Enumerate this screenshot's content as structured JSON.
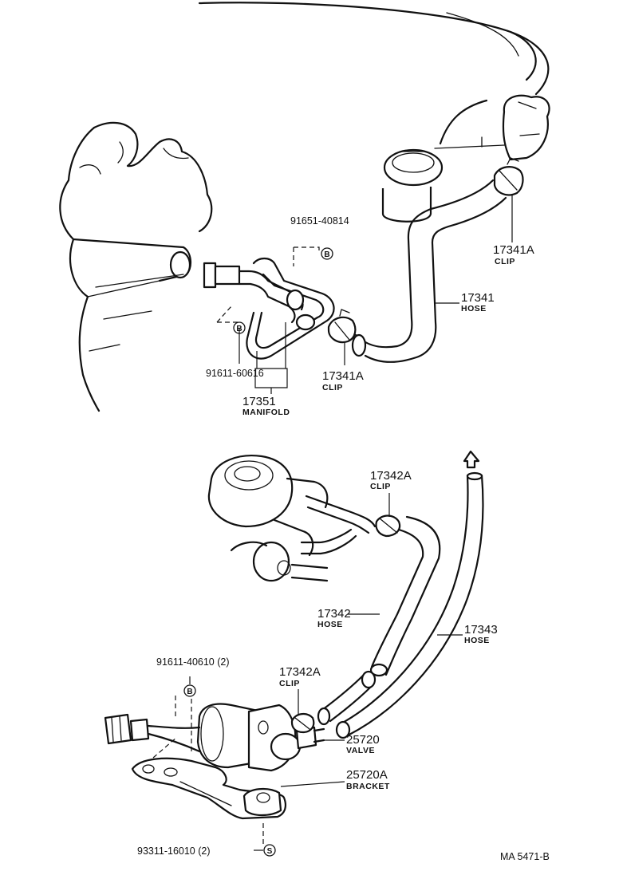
{
  "labels": {
    "p17341A_top": {
      "number": "17341A",
      "name": "CLIP"
    },
    "p17341": {
      "number": "17341",
      "name": "HOSE"
    },
    "p17341A_mid": {
      "number": "17341A",
      "name": "CLIP"
    },
    "p91651": {
      "number": "91651-40814"
    },
    "p91611_606": {
      "number": "91611-60616"
    },
    "p17351": {
      "number": "17351",
      "name": "MANIFOLD"
    },
    "p17342A_top": {
      "number": "17342A",
      "name": "CLIP"
    },
    "p17342": {
      "number": "17342",
      "name": "HOSE"
    },
    "p17343": {
      "number": "17343",
      "name": "HOSE"
    },
    "p91611_406": {
      "number": "91611-40610 (2)"
    },
    "p17342A_bot": {
      "number": "17342A",
      "name": "CLIP"
    },
    "p25720": {
      "number": "25720",
      "name": "VALVE"
    },
    "p25720A": {
      "number": "25720A",
      "name": "BRACKET"
    },
    "p93311": {
      "number": "93311-16010 (2)"
    }
  },
  "markers": {
    "b": "B",
    "s": "S"
  },
  "figure_code": "MA  5471-B"
}
